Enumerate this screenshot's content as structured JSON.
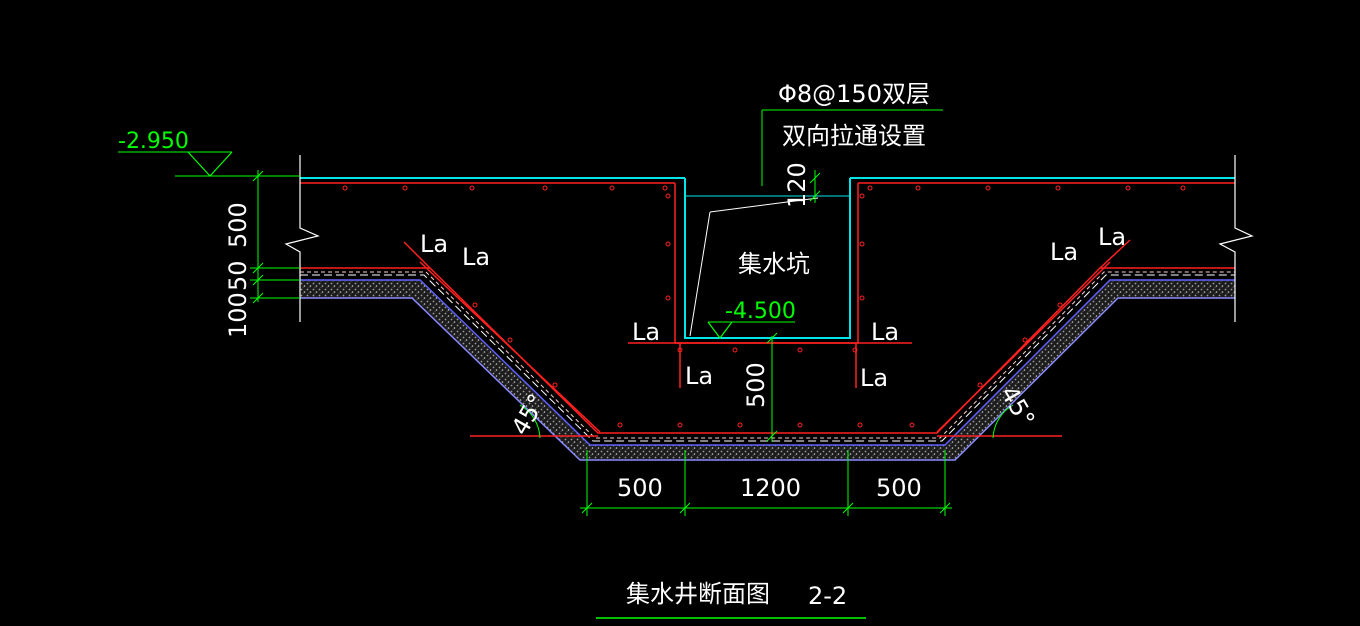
{
  "drawing": {
    "title": "集水井断面图",
    "section_id": "2-2",
    "elevations": {
      "top": "-2.950",
      "pit_bottom": "-4.500"
    },
    "rebar_note": {
      "line1": "Φ8@150双层",
      "line2": "双向拉通设置"
    },
    "pit_label": "集水坑",
    "anchorage_label": "La",
    "dims": {
      "slab": "500",
      "cushion": "50",
      "blinding": "100",
      "pit_depth": "120",
      "below_pit": "500",
      "bottom_left": "500",
      "bottom_mid": "1200",
      "bottom_right": "500"
    },
    "angle_label": "45°",
    "colors": {
      "background": "#000000",
      "rebar": "#ff2020",
      "concrete_outline": "#00e5e5",
      "dimension": "#00ff00",
      "cushion": "#6060ff",
      "text": "#ffffff"
    }
  }
}
